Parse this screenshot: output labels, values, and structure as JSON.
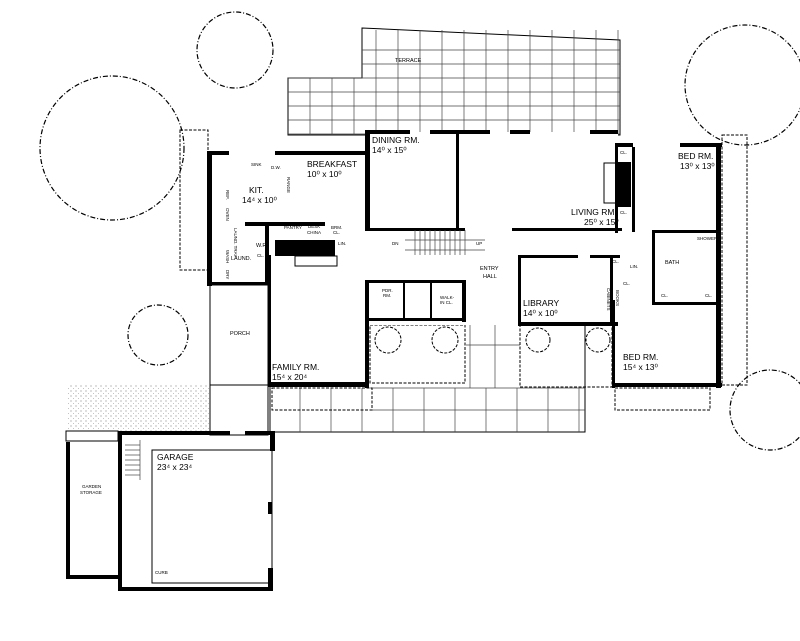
{
  "plan": {
    "terrace": "TERRACE",
    "dining": {
      "name": "DINING RM.",
      "size": "14⁰ x 15⁰"
    },
    "breakfast": {
      "name": "BREAKFAST",
      "size": "10⁰ x 10⁰"
    },
    "kitchen": {
      "name": "KIT.",
      "size": "14⁴ x 10⁰"
    },
    "living": {
      "name": "LIVING RM.",
      "size": "25⁰ x 15⁰"
    },
    "bed1": {
      "name": "BED RM.",
      "size": "13⁰ x 13⁰"
    },
    "bed2": {
      "name": "BED RM.",
      "size": "15⁴ x 13⁰"
    },
    "library": {
      "name": "LIBRARY",
      "size": "14⁰ x 10⁰"
    },
    "family": {
      "name": "FAMILY RM.",
      "size": "15⁴ x 20⁴"
    },
    "garage": {
      "name": "GARAGE",
      "size": "23⁴ x 23⁴"
    },
    "entry": [
      "ENTRY",
      "HALL"
    ],
    "porch": "PORCH",
    "garden_storage": [
      "GARDEN",
      "STORAGE"
    ],
    "bath": "BATH",
    "shower": "SHOWER",
    "wr": "W.R.",
    "laund": "LAUND.",
    "pdr": [
      "PDR.",
      "RM."
    ],
    "walkin": [
      "WALK-",
      "IN CL."
    ],
    "cl": "CL.",
    "lin": "LIN.",
    "brm_cl": [
      "BRM.",
      "CL."
    ],
    "pantry": "PANTRY",
    "desk": "DESK",
    "china": "CHINA",
    "cabinets": "CABINETS",
    "books": "BOOKS",
    "sink": "SINK",
    "dw": "D.W.",
    "range": "RANGE",
    "ref": "REF.",
    "oven": "OVEN",
    "wash": "WASH",
    "dry": "DRY",
    "laund_tray": "LAUND. TRAY",
    "dn": "DN",
    "up": "UP",
    "curb": "CURB"
  }
}
